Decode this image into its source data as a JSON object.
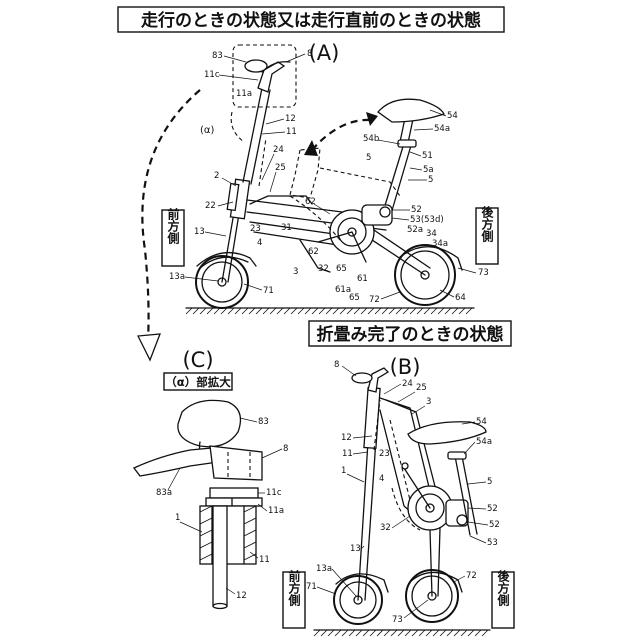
{
  "captions": {
    "top": "走行のときの状態又は走行直前のときの状態",
    "folded": "折畳み完了のときの状態",
    "detail": "（α）部拡大"
  },
  "panels": {
    "a": "(A)",
    "b": "(B)",
    "c": "(C)"
  },
  "alpha_mark": "(α)",
  "side_labels": {
    "front": "前方側",
    "rear": "後方側"
  },
  "labels_a": {
    "n83": "83",
    "n8": "8",
    "n11c": "11c",
    "n11a": "11a",
    "n12": "12",
    "n11": "11",
    "n2": "2",
    "n24": "24",
    "n25": "25",
    "n22": "22",
    "n23": "23",
    "n4": "4",
    "n13": "13",
    "n13a": "13a",
    "n71": "71",
    "n31": "31",
    "n62a": "62",
    "n62b": "62",
    "n3": "3",
    "n32": "32",
    "n65a": "65",
    "n61": "61",
    "n61a": "61a",
    "n65b": "65",
    "n72": "72",
    "n64": "64",
    "n73": "73",
    "n34": "34",
    "n34a": "34a",
    "n52a": "52a",
    "n53": "53(53d)",
    "n52": "52",
    "n5a": "5",
    "n5b": "5a",
    "n5c": "5",
    "n51": "51",
    "n54b": "54b",
    "n54a": "54a",
    "n54": "54"
  },
  "labels_b": {
    "n8": "8",
    "n24": "24",
    "n25": "25",
    "n3": "3",
    "n54": "54",
    "n54a": "54a",
    "n12": "12",
    "n11": "11",
    "n23": "23",
    "n1": "1",
    "n4": "4",
    "n5": "5",
    "n32": "32",
    "n52a": "52",
    "n52b": "52",
    "n53": "53",
    "n13": "13",
    "n13a": "13a",
    "n71": "71",
    "n72": "72",
    "n73": "73"
  },
  "labels_c": {
    "n83": "83",
    "n8": "8",
    "n83a": "83a",
    "n11c": "11c",
    "n11a": "11a",
    "n1": "1",
    "n11": "11",
    "n12": "12"
  }
}
